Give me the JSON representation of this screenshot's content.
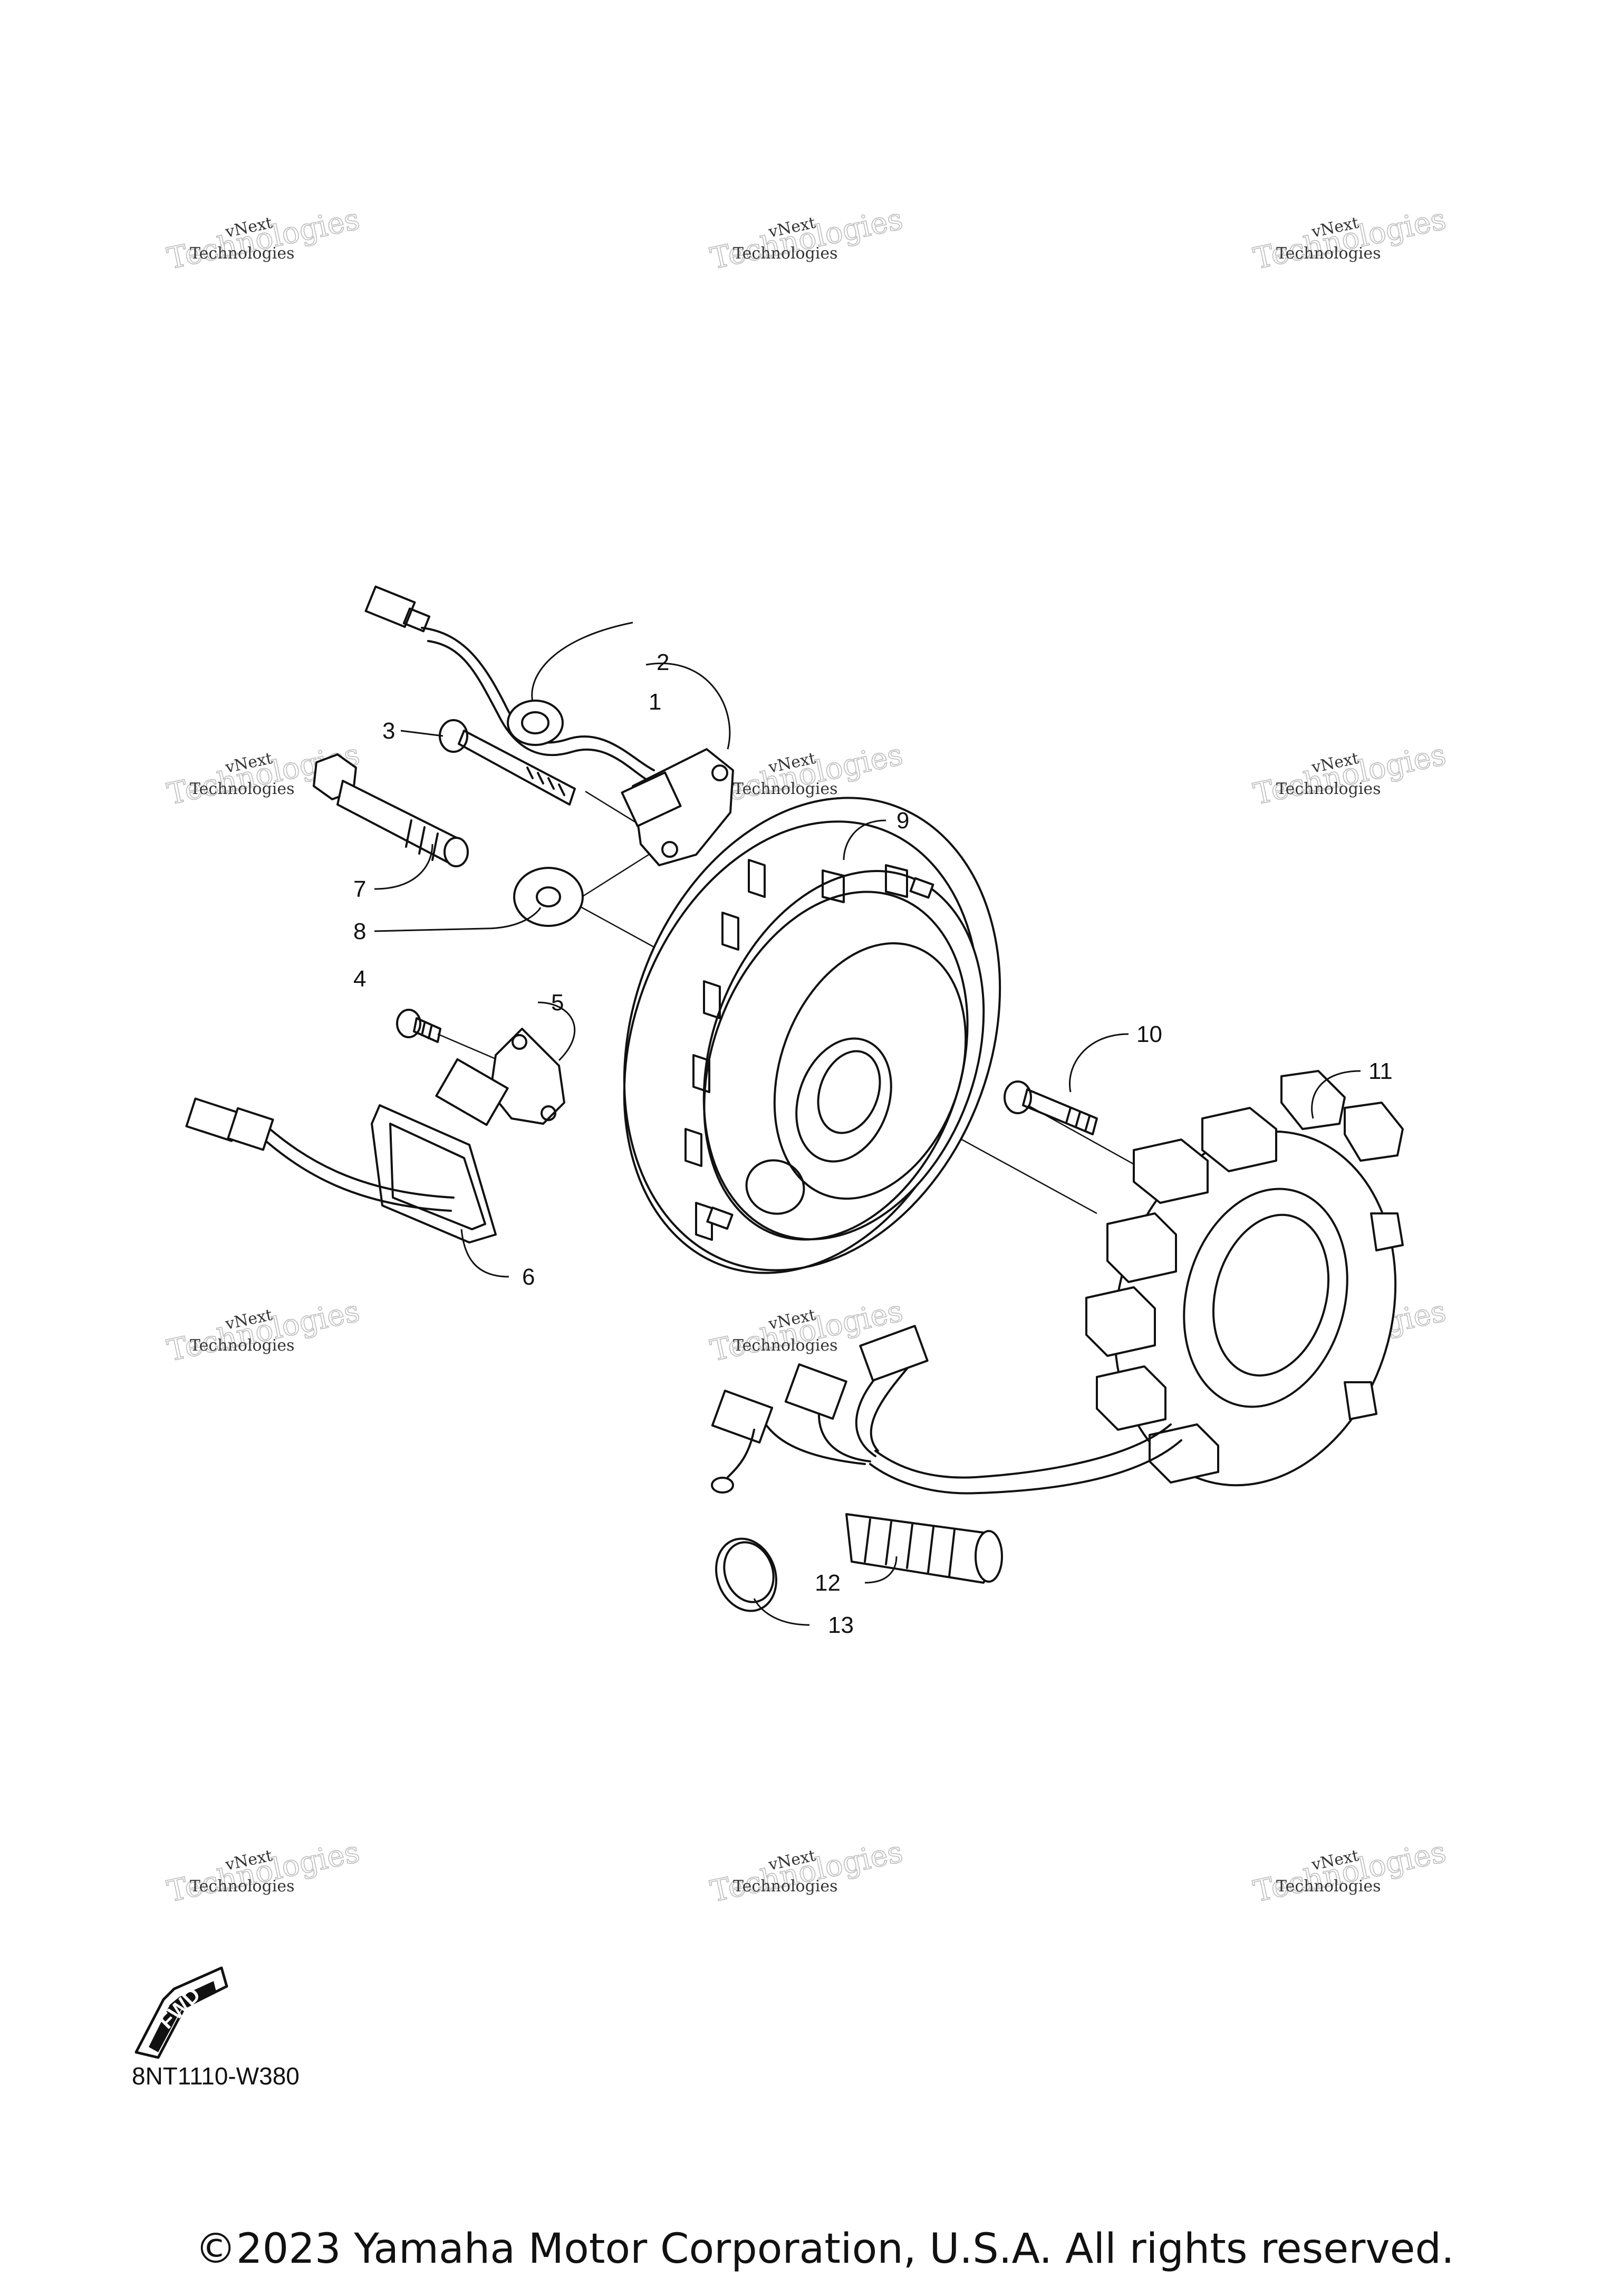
{
  "callouts": [
    {
      "id": "1",
      "label": "1"
    },
    {
      "id": "2",
      "label": "2"
    },
    {
      "id": "3",
      "label": "3"
    },
    {
      "id": "4",
      "label": "4"
    },
    {
      "id": "5",
      "label": "5"
    },
    {
      "id": "6",
      "label": "6"
    },
    {
      "id": "7",
      "label": "7"
    },
    {
      "id": "8",
      "label": "8"
    },
    {
      "id": "9",
      "label": "9"
    },
    {
      "id": "10",
      "label": "10"
    },
    {
      "id": "11",
      "label": "11"
    },
    {
      "id": "12",
      "label": "12"
    },
    {
      "id": "13",
      "label": "13"
    }
  ],
  "watermark": {
    "line1": "vNext",
    "line2": "Technologies"
  },
  "fwd_badge": "FWD",
  "drawing_code": "8NT1110-W380",
  "copyright": "©2023 Yamaha Motor Corporation, U.S.A. All rights reserved."
}
